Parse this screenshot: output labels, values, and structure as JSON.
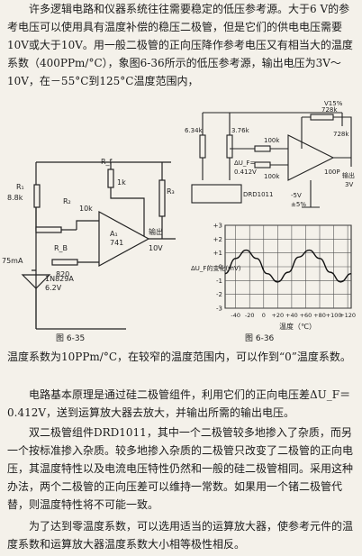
{
  "text": {
    "p1": "许多逻辑电路和仪器系统往往需要稳定的低压参考源。大于6 V的参考电压可以使用具有温度补偿的稳压二极管，但是它们的供电电压需要10V或大于10V。用一般二极管的正向压降作参考电压又有相当大的温度系数（400PPm/°C），象图6-36所示的低压参考源，输出电压为3V～10V，在－55°C到125°C温度范围内，",
    "p2": "温度系数为10PPm/°C，在较窄的温度范围内，可以作到“0”温度系数。",
    "p3": "电路基本原理是通过硅二极管组件，利用它们的正向电压差ΔU_F＝0.412V，送到运算放大器去放大，并输出所需的输出电压。",
    "p4": "双二极管组件DRD1011，其中一个二极管较多地掺入了杂质，而另一个按标准掺入杂质。较多地掺入杂质的二极管只改变了二极管的正向电压，其温度特性以及电流电压特性仍然和一般的硅二极管相同。采用这种办法，两个二极管的正向压差可以维持一常数。如果用一个锗二极管代替，则温度特性将不可能一致。",
    "p5": "为了达到零温度系数，可以选用适当的运算放大器，使参考元件的温度系数和运算放大器温度系数大小相等极性相反。"
  },
  "figure_635": {
    "caption": "图 6-35",
    "labels": {
      "r1": "R₁",
      "r1_val": "8.8k",
      "rf": "R_f",
      "rf_val": "1k",
      "r2": "R₂",
      "r2_val": "10k",
      "r3": "R₃",
      "rb": "R_B",
      "rb_val": "820",
      "amp": "A₁",
      "amp_type": "741",
      "current": "75mA",
      "diode": "1N829A",
      "diode_v": "6.2V",
      "out": "输出",
      "out_v": "10V"
    }
  },
  "figure_636": {
    "caption": "图 6-36",
    "labels": {
      "v15": "V15%",
      "r634": "6.34k",
      "r376": "3.76k",
      "du": "ΔU_F=",
      "du_val": "0.412V",
      "r100k_a": "100k",
      "r100k_b": "100k",
      "r728k": "728k",
      "r728k_b": "728k",
      "c100p": "100P",
      "out": "输出",
      "out_v": "3V",
      "vneg": "-5V",
      "vneg_tol": "±5%",
      "drd": "DRD1011"
    },
    "chart": {
      "ylabel": "ΔU_F的变化(mV)",
      "yticks": [
        "+3",
        "+2",
        "+1",
        "0",
        "-1",
        "-2",
        "-3"
      ],
      "xticks": [
        "-40",
        "-20",
        "0",
        "+20",
        "+40",
        "+60",
        "+80",
        "+100",
        "+120"
      ],
      "xlabel": "温度（℃）"
    }
  },
  "chart_data": {
    "type": "line",
    "xlabel": "温度（℃）",
    "ylabel": "ΔU_F的变化(mV)",
    "xlim": [
      -55,
      125
    ],
    "ylim": [
      -3,
      3
    ],
    "series": [
      {
        "x": [
          -55,
          -40,
          -25,
          -10,
          5,
          20,
          35,
          50,
          65,
          80,
          95,
          110,
          125
        ],
        "values": [
          -0.5,
          0.6,
          1.2,
          0.6,
          -0.5,
          -1.1,
          -0.4,
          0.7,
          1.2,
          0.6,
          -0.4,
          -1.1,
          -0.5
        ]
      }
    ]
  }
}
